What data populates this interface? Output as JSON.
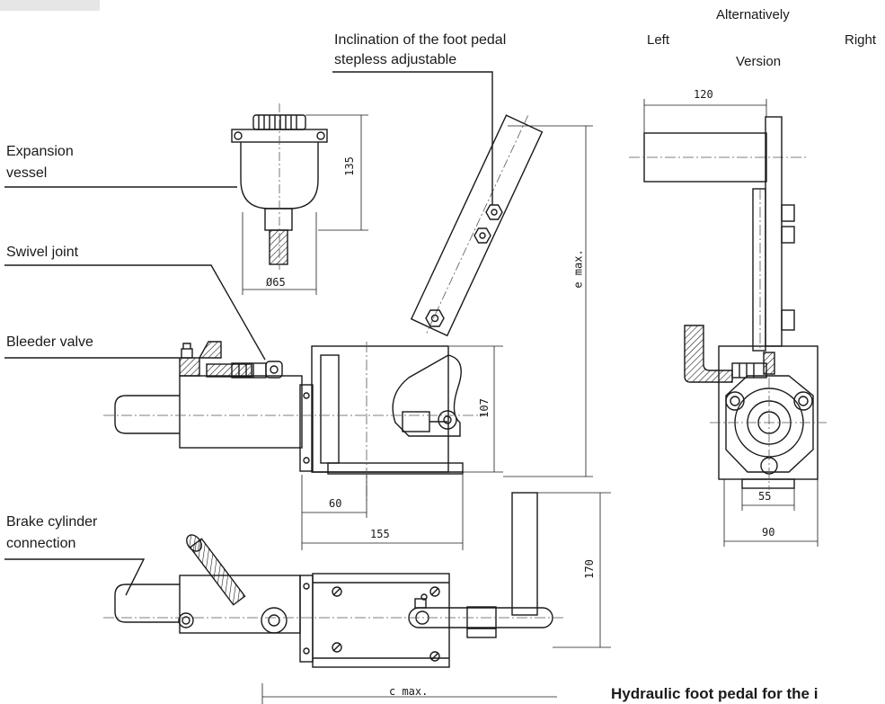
{
  "labels": {
    "pedal_inclination_line1": "Inclination of the foot pedal",
    "pedal_inclination_line2": "stepless adjustable",
    "alternatively": "Alternatively",
    "left": "Left",
    "right": "Right",
    "version": "Version",
    "expansion_vessel_line1": "Expansion",
    "expansion_vessel_line2": "vessel",
    "swivel_joint": "Swivel joint",
    "bleeder_valve": "Bleeder valve",
    "brake_cylinder_line1": "Brake cylinder",
    "brake_cylinder_line2": "connection"
  },
  "dimensions": {
    "d120": "120",
    "d135": "135",
    "d65": "Ø65",
    "e_max": "e max.",
    "d107": "107",
    "d60": "60",
    "d155": "155",
    "d55": "55",
    "d90": "90",
    "d170": "170",
    "c_max": "c max."
  },
  "caption": "Hydraulic foot pedal for the i",
  "colors": {
    "line": "#1a1a1a",
    "centerline": "#555555",
    "tab": "#e6e6e6"
  }
}
